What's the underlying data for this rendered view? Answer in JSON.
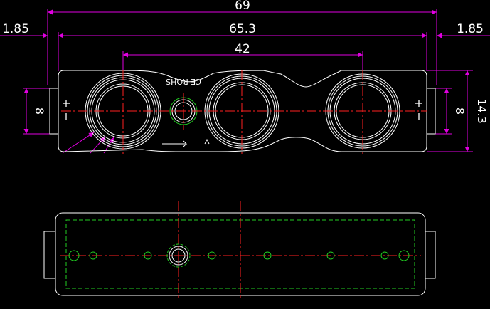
{
  "drawing": {
    "dimensions": {
      "overall_length": "69",
      "left_offset": "1.85",
      "inner_length": "65.3",
      "right_offset": "1.85",
      "lens_spacing": "42",
      "height": "14.3",
      "left_tab": "8",
      "right_tab": "8"
    },
    "markings": {
      "certification": "CE ROHS",
      "polarity_left": "+ -",
      "polarity_right": "+ -"
    },
    "colors": {
      "background": "#000000",
      "outline": "#ffffff",
      "dimension": "#e000e0",
      "centerline": "#ff2020",
      "hidden": "#22cc22"
    }
  }
}
